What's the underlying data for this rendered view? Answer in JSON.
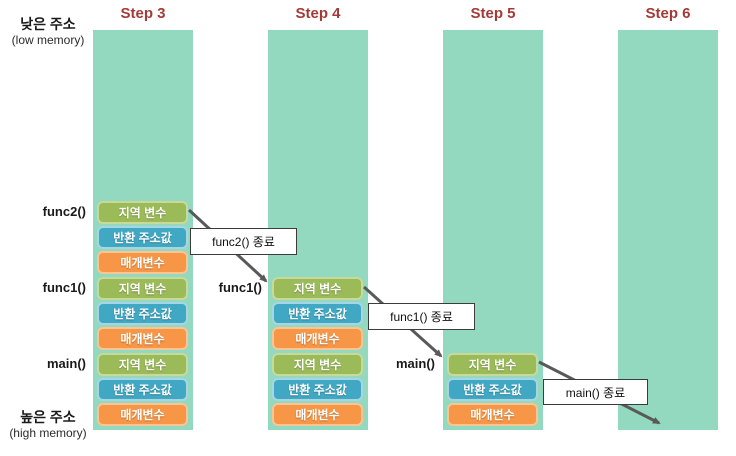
{
  "memory_labels": {
    "low_ko": "낮은 주소",
    "low_en": "(low memory)",
    "high_ko": "높은 주소",
    "high_en": "(high memory)"
  },
  "steps": [
    {
      "label": "Step 3"
    },
    {
      "label": "Step 4"
    },
    {
      "label": "Step 5"
    },
    {
      "label": "Step 6"
    }
  ],
  "functions": {
    "func2": "func2()",
    "func1": "func1()",
    "main": "main()"
  },
  "box_labels": {
    "local": "지역 변수",
    "return": "반환 주소값",
    "param": "매개변수"
  },
  "callouts": {
    "func2_exit": "func2() 종료",
    "func1_exit": "func1() 종료",
    "main_exit": "main() 종료"
  },
  "colors": {
    "column_fill": "#93d9c0",
    "step_header_text": "#a23b38",
    "local_var_fill": "#9bbb59",
    "local_var_border": "#c8d99a",
    "return_addr_fill": "#41a8c4",
    "return_addr_border": "#a6d6e5",
    "param_fill": "#f79646",
    "param_border": "#fbc493",
    "arrow": "#595959",
    "callout_border": "#3c3c3c"
  }
}
